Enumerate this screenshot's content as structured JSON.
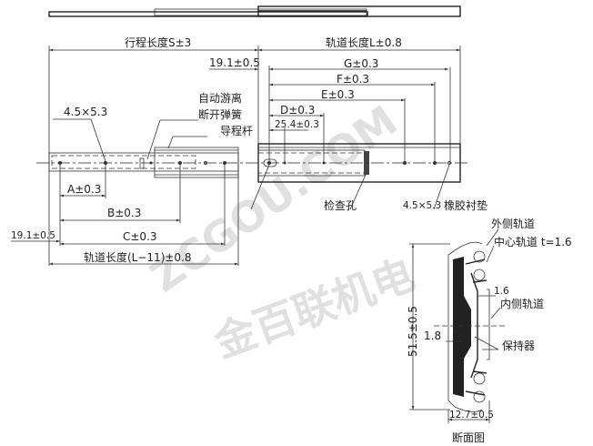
{
  "dimensions": {
    "stroke": "行程长度S±3",
    "rail_length": "轨道长度L±0.8",
    "offset_top": "19.1±0.5",
    "g": "G±0.3",
    "f": "F±0.3",
    "e": "E±0.3",
    "d": "D±0.3",
    "first_hole": "25.4±0.3",
    "a": "A±0.3",
    "b": "B±0.3",
    "c": "C±0.3",
    "offset_left": "19.1±0.5",
    "inner_length": "轨道长度(L−11)±0.8",
    "hole_left": "4.5×5.3",
    "hole_right": "4.5×5.3"
  },
  "callouts": {
    "disconnect_line1": "自动游离",
    "disconnect_line2": "断开弹簧",
    "guide_rod": "导程杆",
    "inspection_hole": "检查孔",
    "rubber_pad": "橡胶衬垫"
  },
  "section": {
    "outer_rail": "外侧轨道",
    "center_rail": "中心轨道  t=1.6",
    "thickness_1_6": "1.6",
    "inner_rail": "内侧轨道",
    "thickness_1_8": "1.8",
    "retainer": "保持器",
    "height": "51.5±0.5",
    "width": "12.7±0.5",
    "title": "断面图"
  },
  "watermark": {
    "site": "ZCGOU.COM",
    "name": "金百联机电"
  }
}
